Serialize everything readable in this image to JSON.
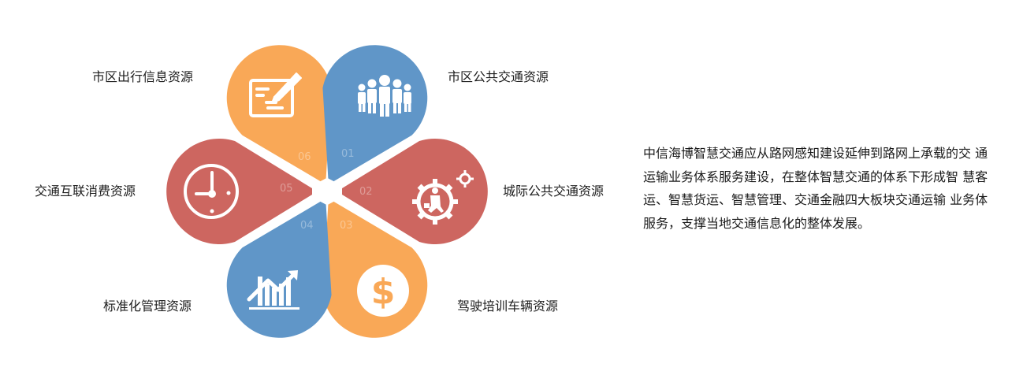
{
  "diagram": {
    "colors": {
      "orange": "#F9A857",
      "blue": "#6096C8",
      "red": "#CD6660"
    },
    "petals": [
      {
        "number": "01",
        "label": "市区公共交通资源",
        "icon": "people-group-icon",
        "color": "#6096C8"
      },
      {
        "number": "02",
        "label": "城际公共交通资源",
        "icon": "businessman-gear-icon",
        "color": "#CD6660"
      },
      {
        "number": "03",
        "label": "驾驶培训车辆资源",
        "icon": "dollar-coin-icon",
        "color": "#F9A857"
      },
      {
        "number": "04",
        "label": "标准化管理资源",
        "icon": "growth-chart-icon",
        "color": "#6096C8"
      },
      {
        "number": "05",
        "label": "交通互联消费资源",
        "icon": "clock-icon",
        "color": "#CD6660"
      },
      {
        "number": "06",
        "label": "市区出行信息资源",
        "icon": "document-pen-icon",
        "color": "#F9A857"
      }
    ]
  },
  "description": {
    "text": "中信海博智慧交通应从路网感知建设延伸到路网上承载的交 通运输业务体系服务建设，在整体智慧交通的体系下形成智 慧客运、智慧货运、智慧管理、交通金融四大板块交通运输 业务体服务，支撑当地交通信息化的整体发展。"
  }
}
